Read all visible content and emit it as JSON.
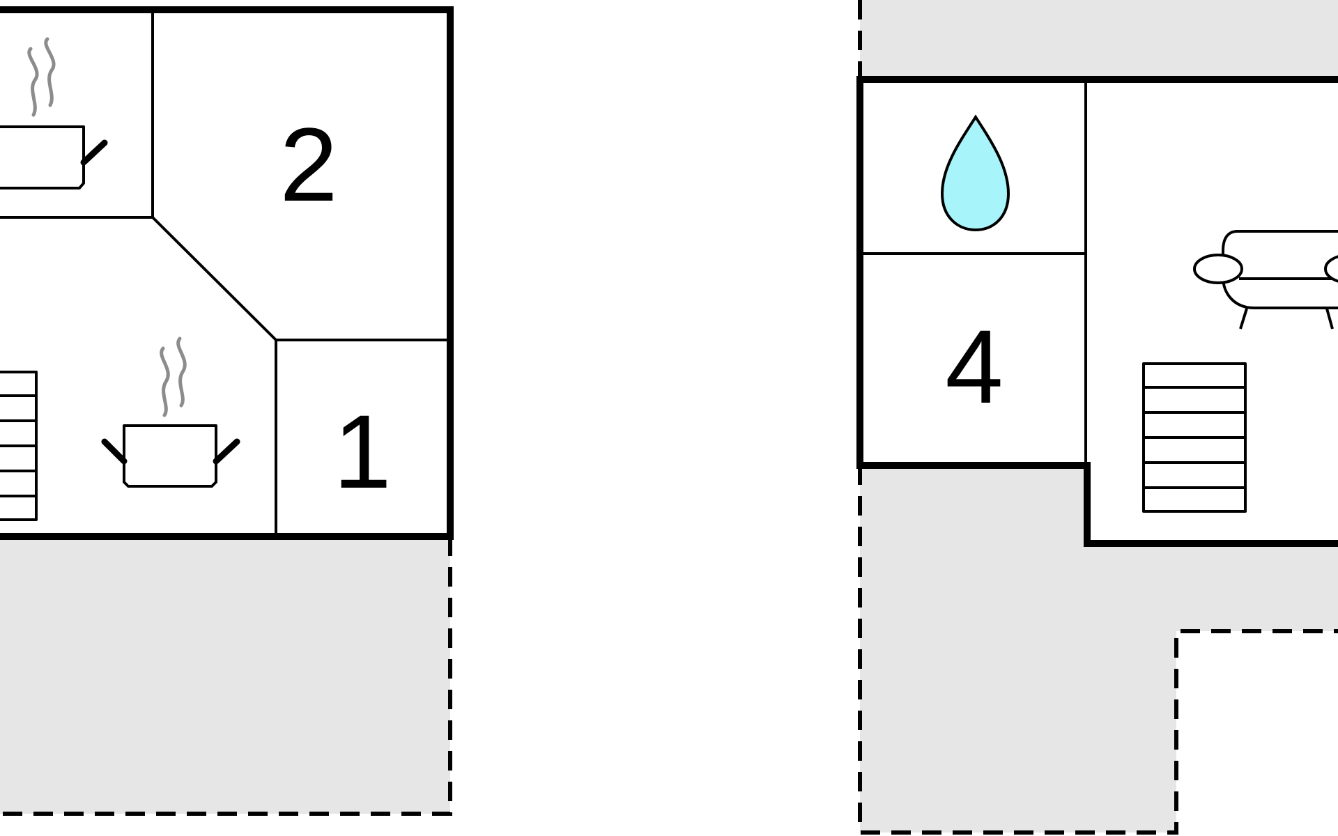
{
  "rooms": {
    "room_1": "1",
    "room_2": "2",
    "room_4": "4"
  },
  "colors": {
    "outdoor_area": "#e6e6e6",
    "water_drop": "#a8f4fb",
    "steam": "#8c8c8c",
    "wall": "#000000",
    "background": "#ffffff"
  },
  "icons": {
    "kitchen": "cooking-pot-icon",
    "bathroom": "water-drop-icon",
    "living": "sofa-icon",
    "stairs": "staircase-icon"
  }
}
